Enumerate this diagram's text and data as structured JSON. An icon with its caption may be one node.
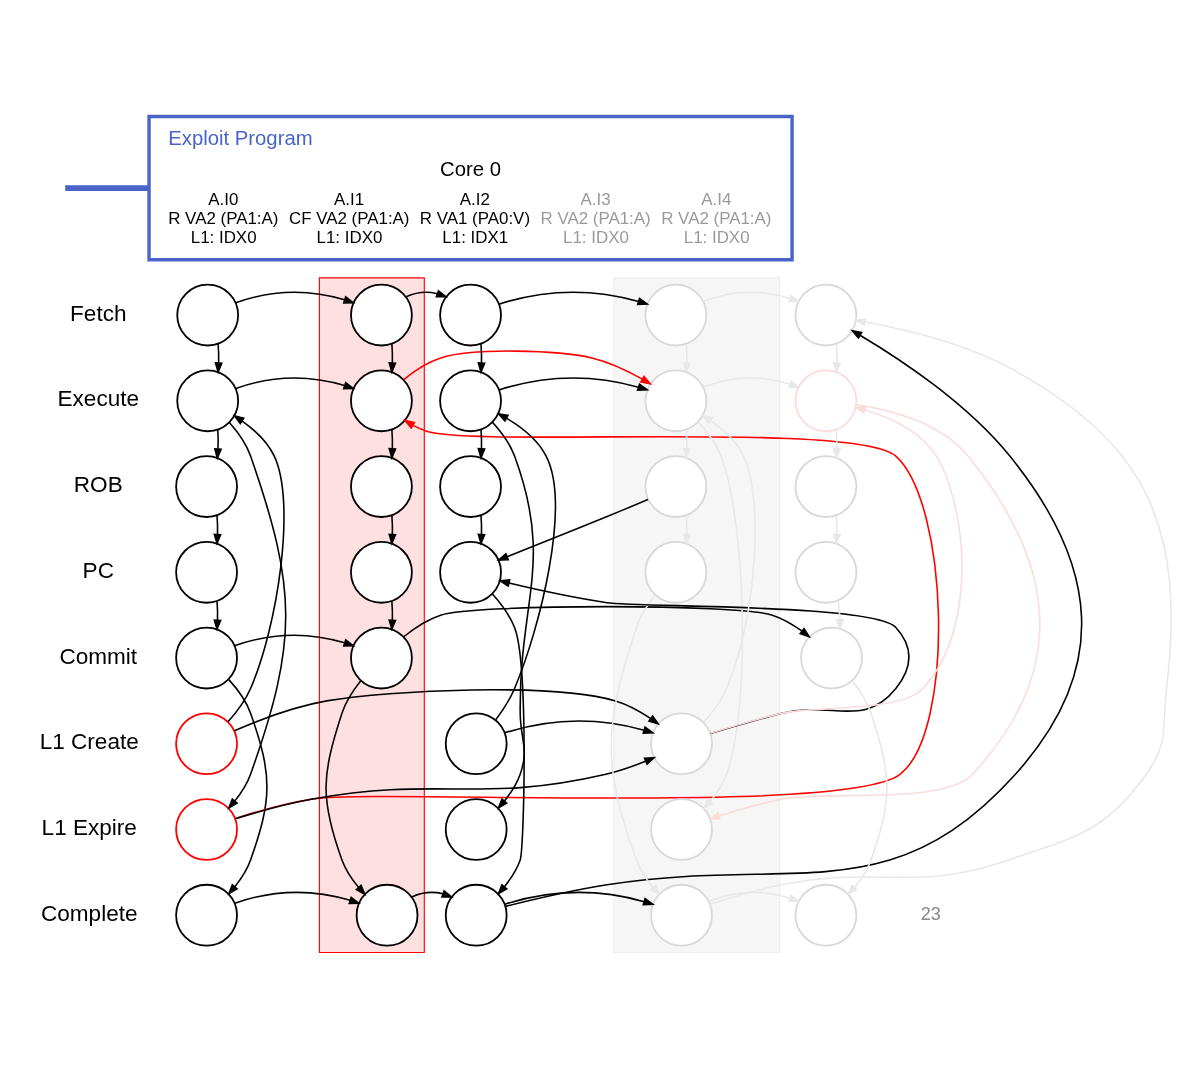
{
  "diagram": {
    "nodes": [
      {
        "text": [
          "Exploit Program",
          "Core 0",
          "A.I0",
          "R VA2 (PA1:A)",
          "L1: IDX0",
          "A.I1",
          "CF VA2 (PA1:A)",
          "L1: IDX0",
          "A.I2",
          "R VA1 (PA0:V)",
          "L1: IDX1",
          "A.I3",
          "R VA2 (PA1:A)",
          "L1: IDX0",
          "A.I4",
          "R VA2 (PA1:A)",
          "L1: IDX0"
        ]
      },
      {
        "text": [],
        "shape": "bar"
      },
      {
        "text": [],
        "shape": "bar"
      },
      {
        "text": [],
        "shape": "circle"
      },
      {
        "text": [],
        "shape": "circle",
        "in": 1
      },
      {
        "text": [],
        "shape": "circle"
      },
      {
        "text": [],
        "shape": "circle",
        "in": 2
      },
      {
        "text": [],
        "shape": "circle"
      },
      {
        "text": [],
        "shape": "circle"
      },
      {
        "text": [],
        "shape": "circle",
        "in": 1
      },
      {
        "text": [],
        "shape": "circle"
      },
      {
        "text": [],
        "shape": "circle",
        "in": 2
      },
      {
        "text": [],
        "shape": "circle"
      },
      {
        "text": [],
        "shape": "circle"
      },
      {
        "text": [],
        "shape": "circle",
        "in": 1
      },
      {
        "text": [],
        "shape": "circle"
      },
      {
        "text": [],
        "shape": "circle",
        "in": 2
      },
      {
        "text": [],
        "shape": "circle"
      },
      {
        "text": [],
        "shape": "circle"
      },
      {
        "text": [],
        "shape": "circle",
        "in": 1
      },
      {
        "text": [],
        "shape": "circle"
      },
      {
        "text": [],
        "shape": "circle",
        "in": 2
      },
      {
        "text": [],
        "shape": "circle"
      },
      {
        "text": [],
        "shape": "circle"
      },
      {
        "text": [],
        "shape": "circle",
        "in": 1
      },
      {
        "text": [],
        "shape": "circle"
      },
      {
        "text": [],
        "shape": "circle"
      },
      {
        "text": [],
        "shape": "circle"
      },
      {
        "text": [],
        "shape": "circle",
        "in": 2
      },
      {
        "text": [],
        "shape": "circle"
      },
      {
        "text": [],
        "shape": "circle"
      },
      {
        "text": [],
        "shape": "circle",
        "in": 2
      },
      {
        "text": [],
        "shape": "circle"
      },
      {
        "text": [],
        "shape": "circle",
        "in": 1
      },
      {
        "text": [],
        "shape": "circle"
      },
      {
        "text": [],
        "shape": "circle",
        "in": 2
      },
      {
        "text": [],
        "shape": "circle"
      }
    ],
    "edges": [
      {
        "from": null,
        "to": 0,
        "arrow": "none",
        "color": "#4a63c8",
        "style": "thick"
      },
      {
        "from": 3,
        "to": 8,
        "arrow": "to"
      },
      {
        "from": 8,
        "to": 13,
        "arrow": "to"
      },
      {
        "from": 13,
        "to": 18,
        "arrow": "to"
      },
      {
        "from": 18,
        "to": 23,
        "arrow": "to"
      },
      {
        "from": 3,
        "to": 4,
        "arrow": "to"
      },
      {
        "from": 8,
        "to": 9,
        "arrow": "to"
      },
      {
        "from": 23,
        "to": 24,
        "arrow": "to"
      },
      {
        "from": 32,
        "to": 33,
        "arrow": "to"
      },
      {
        "from": 26,
        "to": 8,
        "arrow": "to"
      },
      {
        "from": 8,
        "to": 29,
        "arrow": "to"
      },
      {
        "from": 23,
        "to": 32,
        "arrow": "to"
      },
      {
        "from": 29,
        "to": 9,
        "arrow": "to",
        "color": "#ff0000"
      },
      {
        "from": 26,
        "to": 28,
        "arrow": "to"
      },
      {
        "from": 29,
        "to": 28,
        "arrow": "to"
      },
      {
        "from": 4,
        "to": 9,
        "arrow": "to"
      },
      {
        "from": 9,
        "to": 14,
        "arrow": "to"
      },
      {
        "from": 14,
        "to": 19,
        "arrow": "to"
      },
      {
        "from": 19,
        "to": 24,
        "arrow": "to"
      },
      {
        "from": 24,
        "to": 33,
        "arrow": "to"
      },
      {
        "from": 4,
        "to": 5,
        "arrow": "to"
      },
      {
        "from": 9,
        "to": 11,
        "arrow": "to",
        "color": "#ff0000"
      },
      {
        "from": 24,
        "to": 25,
        "arrow": "to"
      },
      {
        "from": 33,
        "to": 34,
        "arrow": "to"
      },
      {
        "from": 5,
        "to": 10,
        "arrow": "to"
      },
      {
        "from": 10,
        "to": 15,
        "arrow": "to"
      },
      {
        "from": 15,
        "to": 20,
        "arrow": "to"
      },
      {
        "from": 5,
        "to": 6,
        "arrow": "to"
      },
      {
        "from": 10,
        "to": 11,
        "arrow": "to"
      },
      {
        "from": 27,
        "to": 28,
        "arrow": "to"
      },
      {
        "from": 34,
        "to": 35,
        "arrow": "to"
      },
      {
        "from": 27,
        "to": 10,
        "arrow": "to"
      },
      {
        "from": 10,
        "to": 30,
        "arrow": "to"
      },
      {
        "from": 20,
        "to": 34,
        "arrow": "to"
      },
      {
        "from": 34,
        "to": 7,
        "arrow": "to"
      },
      {
        "from": 16,
        "to": 20,
        "arrow": "to"
      },
      {
        "from": 28,
        "to": 20,
        "arrow": "to"
      },
      {
        "from": 6,
        "to": 11,
        "arrow": "to",
        "color": "#e8e8e8"
      },
      {
        "from": 11,
        "to": 16,
        "arrow": "to",
        "color": "#e8e8e8"
      },
      {
        "from": 16,
        "to": 21,
        "arrow": "to",
        "color": "#e8e8e8"
      },
      {
        "from": 6,
        "to": 7,
        "arrow": "to",
        "color": "#e8e8e8"
      },
      {
        "from": 11,
        "to": 12,
        "arrow": "to",
        "color": "#e8e8e8"
      },
      {
        "from": 35,
        "to": 36,
        "arrow": "to",
        "color": "#e8e8e8"
      },
      {
        "from": 28,
        "to": 11,
        "arrow": "to",
        "color": "#e8e8e8"
      },
      {
        "from": 11,
        "to": 31,
        "arrow": "to",
        "color": "#e8e8e8"
      },
      {
        "from": 21,
        "to": 35,
        "arrow": "to",
        "color": "#e8e8e8"
      },
      {
        "from": 35,
        "to": 7,
        "arrow": "to",
        "color": "#e8e8e8"
      },
      {
        "from": 28,
        "to": 12,
        "arrow": "to",
        "color": "#fbdcdc"
      },
      {
        "from": 7,
        "to": 12,
        "arrow": "to",
        "color": "#e8e8e8"
      },
      {
        "from": 12,
        "to": 17,
        "arrow": "to",
        "color": "#e8e8e8"
      },
      {
        "from": 17,
        "to": 22,
        "arrow": "to",
        "color": "#e8e8e8"
      },
      {
        "from": 22,
        "to": 25,
        "arrow": "to",
        "color": "#e8e8e8"
      },
      {
        "from": 25,
        "to": 36,
        "arrow": "to",
        "color": "#e8e8e8"
      },
      {
        "from": 12,
        "to": 31,
        "arrow": "to",
        "color": "#fbdcdc"
      }
    ],
    "labels": [
      "Fetch",
      "Execute",
      "ROB",
      "PC",
      "Commit",
      "L1 Create",
      "L1 Expire",
      "Complete",
      "23"
    ]
  }
}
